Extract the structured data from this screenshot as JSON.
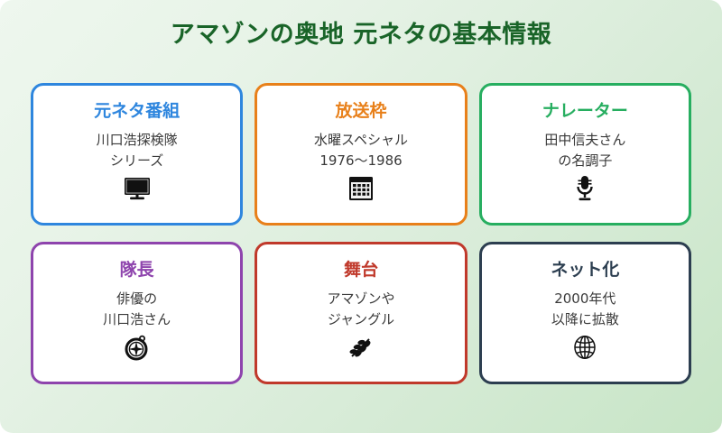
{
  "page": {
    "title": "アマゾンの奥地 元ネタの基本情報",
    "title_color": "#196428",
    "background_from": "#eef7ee",
    "background_to": "#c7e5c6"
  },
  "cards": [
    {
      "title": "元ネタ番組",
      "line1": "川口浩探検隊",
      "line2": "シリーズ",
      "icon": "television-icon",
      "color": "#2e86de"
    },
    {
      "title": "放送枠",
      "line1": "水曜スペシャル",
      "line2": "1976〜1986",
      "icon": "calendar-icon",
      "color": "#e8801a"
    },
    {
      "title": "ナレーター",
      "line1": "田中信夫さん",
      "line2": "の名調子",
      "icon": "microphone-icon",
      "color": "#27ae60"
    },
    {
      "title": "隊長",
      "line1": "俳優の",
      "line2": "川口浩さん",
      "icon": "compass-icon",
      "color": "#8e44ad"
    },
    {
      "title": "舞台",
      "line1": "アマゾンや",
      "line2": "ジャングル",
      "icon": "herb-icon",
      "color": "#c0392b"
    },
    {
      "title": "ネット化",
      "line1": "2000年代",
      "line2": "以降に拡散",
      "icon": "globe-icon",
      "color": "#2c3e50"
    }
  ]
}
